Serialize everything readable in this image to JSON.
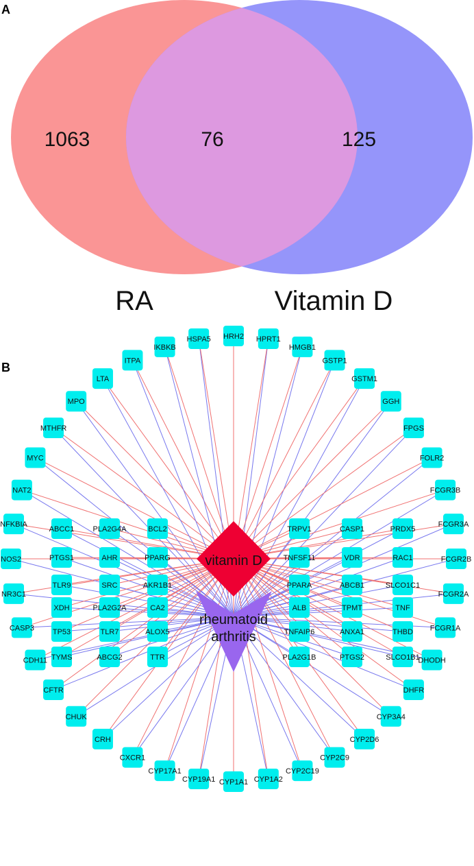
{
  "panel_a": {
    "label": "A",
    "sets": [
      {
        "name": "RA",
        "color": "#fa8c8c"
      },
      {
        "name": "Vitamin D",
        "color": "#8c8cfa"
      }
    ],
    "counts": {
      "ra_only": "1063",
      "overlap": "76",
      "vitd_only": "125"
    }
  },
  "panel_b": {
    "label": "B",
    "hubs": {
      "vitamin_d": {
        "label": "vitamin D",
        "color": "#ee0033",
        "edge_color": "#f07070"
      },
      "ra": {
        "label_line1": "rheumatoid",
        "label_line2": "arthritis",
        "color": "#9966ee",
        "edge_color": "#7777ee"
      }
    },
    "node_color": "#00eeee",
    "outer_nodes": [
      "HRH2",
      "HPRT1",
      "HMGB1",
      "GSTP1",
      "GSTM1",
      "GGH",
      "FPGS",
      "FOLR2",
      "FCGR3B",
      "FCGR3A",
      "FCGR2B",
      "FCGR2A",
      "FCGR1A",
      "DHODH",
      "DHFR",
      "CYP3A4",
      "CYP2D6",
      "CYP2C9",
      "CYP2C19",
      "CYP1A2",
      "CYP1A1",
      "CYP19A1",
      "CYP17A1",
      "CXCR1",
      "CRH",
      "CHUK",
      "CFTR",
      "CDH11",
      "CASP3",
      "NR3C1",
      "NOS2",
      "NFKBIA",
      "NAT2",
      "MYC",
      "MTHFR",
      "MPO",
      "LTA",
      "ITPA",
      "IKBKB",
      "HSPA5"
    ],
    "inner_nodes": [
      "ABCC1",
      "PLA2G4A",
      "BCL2",
      "PTGS1",
      "AHR",
      "PPARG",
      "TLR9",
      "SRC",
      "AKR1B1",
      "XDH",
      "PLA2G2A",
      "CA2",
      "TP53",
      "TLR7",
      "ALOX5",
      "TYMS",
      "ABCG2",
      "TTR",
      "TRPV1",
      "CASP1",
      "PRDX5",
      "TNFSF11",
      "VDR",
      "RAC1",
      "PPARA",
      "ABCB1",
      "SLCO1C1",
      "ALB",
      "TPMT",
      "TNF",
      "TNFAIP6",
      "ANXA1",
      "THBD",
      "PLA2G1B",
      "PTGS2",
      "SLCO1B1"
    ]
  }
}
